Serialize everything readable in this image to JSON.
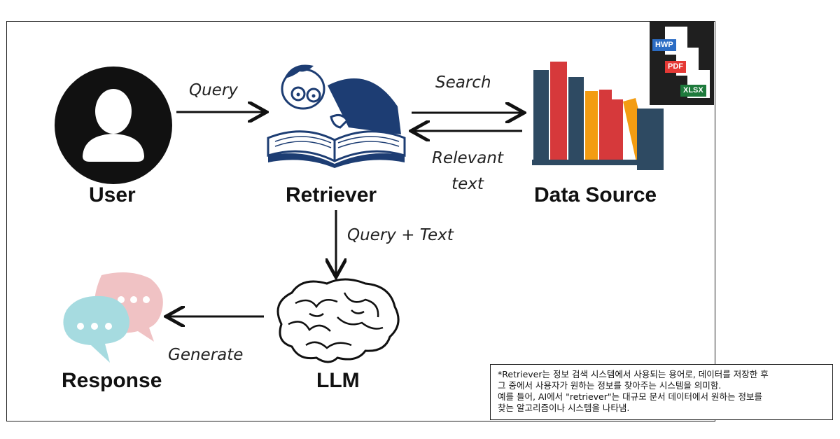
{
  "nodes": {
    "user": "User",
    "retriever": "Retriever",
    "data_source": "Data Source",
    "llm": "LLM",
    "response": "Response"
  },
  "edges": {
    "query": "Query",
    "search": "Search",
    "relevant_text_1": "Relevant",
    "relevant_text_2": "text",
    "query_text": "Query + Text",
    "generate": "Generate"
  },
  "files": [
    "HWP",
    "PDF",
    "XLSX"
  ],
  "colors": {
    "hwp": "#2b6cc4",
    "pdf": "#e53935",
    "xlsx": "#1e7a3c",
    "bubble_pink": "#f0c2c4",
    "bubble_blue": "#a6dbe0",
    "book_navy": "#2e4a62",
    "book_red": "#d6393b",
    "book_orange": "#f39c12"
  },
  "note": {
    "line1": "*Retriever는 정보 검색 시스템에서 사용되는 용어로, 데이터를 저장한 후",
    "line2": "그 중에서 사용자가 원하는 정보를 찾아주는 시스템을 의미함.",
    "line3": "예를 들어, AI에서 \"retriever\"는 대규모 문서 데이터에서 원하는 정보를",
    "line4": "찾는 알고리즘이나 시스템을 나타냄."
  }
}
